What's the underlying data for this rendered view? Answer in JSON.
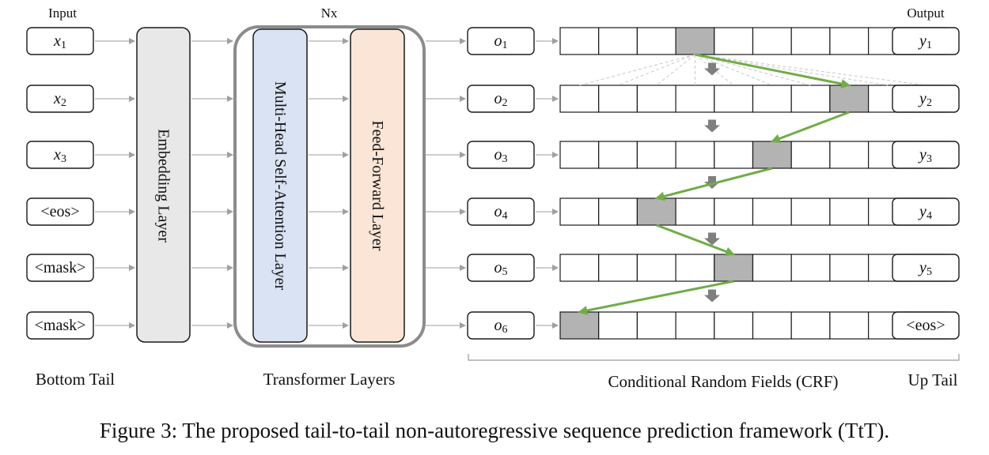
{
  "header": {
    "input": "Input",
    "nx": "Nx",
    "output": "Output"
  },
  "inputs": [
    {
      "base": "x",
      "sub": "1"
    },
    {
      "base": "x",
      "sub": "2"
    },
    {
      "base": "x",
      "sub": "3"
    },
    {
      "base": "<eos>",
      "sub": ""
    },
    {
      "base": "<mask>",
      "sub": ""
    },
    {
      "base": "<mask>",
      "sub": ""
    }
  ],
  "observations": [
    {
      "base": "o",
      "sub": "1"
    },
    {
      "base": "o",
      "sub": "2"
    },
    {
      "base": "o",
      "sub": "3"
    },
    {
      "base": "o",
      "sub": "4"
    },
    {
      "base": "o",
      "sub": "5"
    },
    {
      "base": "o",
      "sub": "6"
    }
  ],
  "outputs": [
    {
      "base": "y",
      "sub": "1"
    },
    {
      "base": "y",
      "sub": "2"
    },
    {
      "base": "y",
      "sub": "3"
    },
    {
      "base": "y",
      "sub": "4"
    },
    {
      "base": "y",
      "sub": "5"
    },
    {
      "base": "<eos>",
      "sub": ""
    }
  ],
  "layers": {
    "embedding": "Embedding Layer",
    "attention": "Multi-Head Self-Attention Layer",
    "ffn": "Feed-Forward Layer"
  },
  "crf": {
    "cells_per_row": 10,
    "selected_cells": [
      3,
      7,
      5,
      2,
      4,
      0
    ]
  },
  "bottom_labels": {
    "bottom_tail": "Bottom Tail",
    "transformer": "Transformer Layers",
    "crf": "Conditional Random Fields (CRF)",
    "up_tail": "Up Tail"
  },
  "caption": "Figure 3: The proposed tail-to-tail non-autoregressive sequence prediction framework (TtT).",
  "colors": {
    "embedding": "#e8e8e8",
    "attention": "#dae3f3",
    "ffn": "#fbe5d6",
    "selected_cell": "#b3b3b3",
    "path": "#70ad47",
    "arrow": "#b0b0b0",
    "down_arrow": "#7f7f7f"
  }
}
